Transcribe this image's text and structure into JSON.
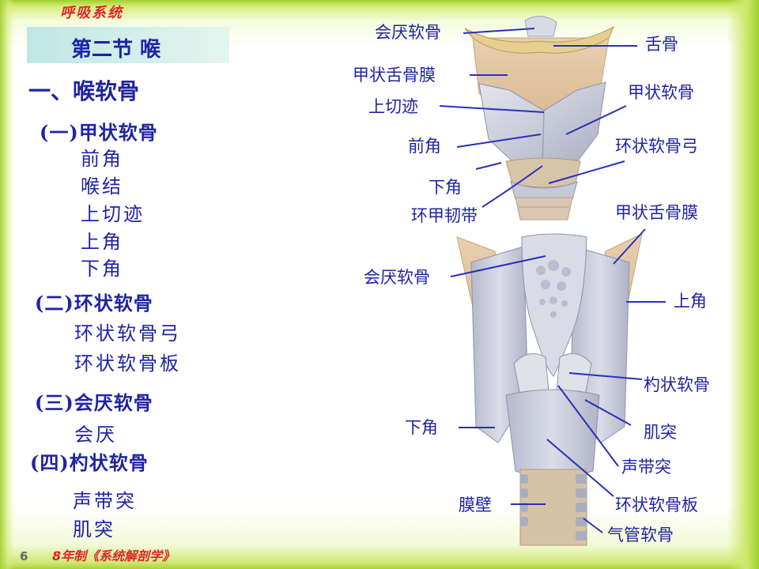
{
  "header": {
    "tag": "呼吸系统"
  },
  "section": {
    "title": "第二节 喉"
  },
  "outline": {
    "heading": "一、喉软骨",
    "groups": [
      {
        "title": "(一)甲状软骨",
        "items": [
          "前角",
          "喉结",
          "上切迹",
          "上角",
          "下角"
        ]
      },
      {
        "title": "(二)环状软骨",
        "items": [
          "环状软骨弓",
          "环状软骨板"
        ]
      },
      {
        "title": "(三)会厌软骨",
        "items": [
          "会厌"
        ]
      },
      {
        "title": "(四)杓状软骨",
        "items": [
          "声带突",
          "肌突"
        ]
      }
    ]
  },
  "figure": {
    "front_labels": {
      "epiglottis": "会厌软骨",
      "hyoid": "舌骨",
      "thyrohyoid_membrane": "甲状舌骨膜",
      "thyroid_cartilage": "甲状软骨",
      "superior_notch": "上切迹",
      "anterior_horn": "前角",
      "cricoid_arch": "环状软骨弓",
      "inferior_horn": "下角",
      "cricothyroid_ligament": "环甲韧带"
    },
    "back_labels": {
      "thyrohyoid_membrane": "甲状舌骨膜",
      "epiglottis": "会厌软骨",
      "superior_horn": "上角",
      "arytenoid": "杓状软骨",
      "inferior_horn": "下角",
      "muscular_process": "肌突",
      "vocal_process": "声带突",
      "membranous_wall": "膜壁",
      "cricoid_lamina": "环状软骨板",
      "tracheal_cartilage": "气管软骨"
    }
  },
  "footer": {
    "page_number": "6",
    "book": "8年制《系统解剖学》"
  }
}
